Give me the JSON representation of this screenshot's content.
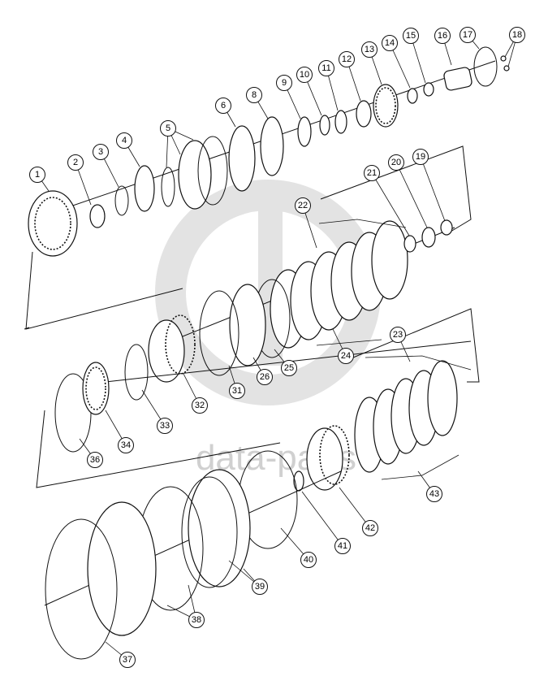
{
  "watermark": {
    "text": "data-parts",
    "color": "#d0d0d0"
  },
  "callouts": [
    {
      "id": "c1",
      "label": "1"
    },
    {
      "id": "c2",
      "label": "2"
    },
    {
      "id": "c3",
      "label": "3"
    },
    {
      "id": "c4",
      "label": "4"
    },
    {
      "id": "c5",
      "label": "5"
    },
    {
      "id": "c6",
      "label": "6"
    },
    {
      "id": "c8",
      "label": "8"
    },
    {
      "id": "c9",
      "label": "9"
    },
    {
      "id": "c10",
      "label": "10"
    },
    {
      "id": "c11",
      "label": "11"
    },
    {
      "id": "c12",
      "label": "12"
    },
    {
      "id": "c13",
      "label": "13"
    },
    {
      "id": "c14",
      "label": "14"
    },
    {
      "id": "c15",
      "label": "15"
    },
    {
      "id": "c16",
      "label": "16"
    },
    {
      "id": "c17",
      "label": "17"
    },
    {
      "id": "c18",
      "label": "18"
    },
    {
      "id": "c19",
      "label": "19"
    },
    {
      "id": "c20",
      "label": "20"
    },
    {
      "id": "c21",
      "label": "21"
    },
    {
      "id": "c22",
      "label": "22"
    },
    {
      "id": "c23",
      "label": "23"
    },
    {
      "id": "c24",
      "label": "24"
    },
    {
      "id": "c25",
      "label": "25"
    },
    {
      "id": "c26",
      "label": "26"
    },
    {
      "id": "c31",
      "label": "31"
    },
    {
      "id": "c32",
      "label": "32"
    },
    {
      "id": "c33",
      "label": "33"
    },
    {
      "id": "c34",
      "label": "34"
    },
    {
      "id": "c36",
      "label": "36"
    },
    {
      "id": "c37",
      "label": "37"
    },
    {
      "id": "c38",
      "label": "38"
    },
    {
      "id": "c39",
      "label": "39"
    },
    {
      "id": "c40",
      "label": "40"
    },
    {
      "id": "c41",
      "label": "41"
    },
    {
      "id": "c42",
      "label": "42"
    },
    {
      "id": "c43",
      "label": "43"
    }
  ]
}
